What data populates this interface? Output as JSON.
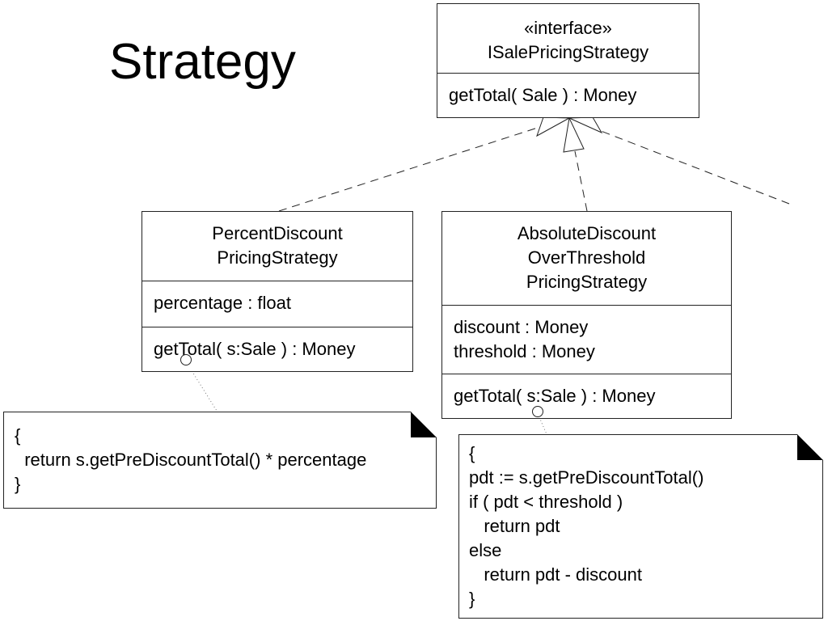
{
  "title": "Strategy",
  "interface": {
    "stereotype": "«interface»",
    "name": "ISalePricingStrategy",
    "operation": "getTotal( Sale ) : Money"
  },
  "percent_class": {
    "name_lines": [
      "PercentDiscount",
      "PricingStrategy"
    ],
    "attribute": "percentage : float",
    "operation": "getTotal( s:Sale ) : Money"
  },
  "absolute_class": {
    "name_lines": [
      "AbsoluteDiscount",
      "OverThreshold",
      "PricingStrategy"
    ],
    "attributes": [
      "discount : Money",
      "threshold : Money"
    ],
    "operation": "getTotal( s:Sale ) : Money"
  },
  "percent_note": {
    "lines": [
      "{",
      "  return s.getPreDiscountTotal() * percentage",
      "}"
    ]
  },
  "absolute_note": {
    "lines": [
      "{",
      "pdt := s.getPreDiscountTotal()",
      "if ( pdt < threshold )",
      "   return pdt",
      "else",
      "   return pdt - discount",
      "}"
    ]
  }
}
